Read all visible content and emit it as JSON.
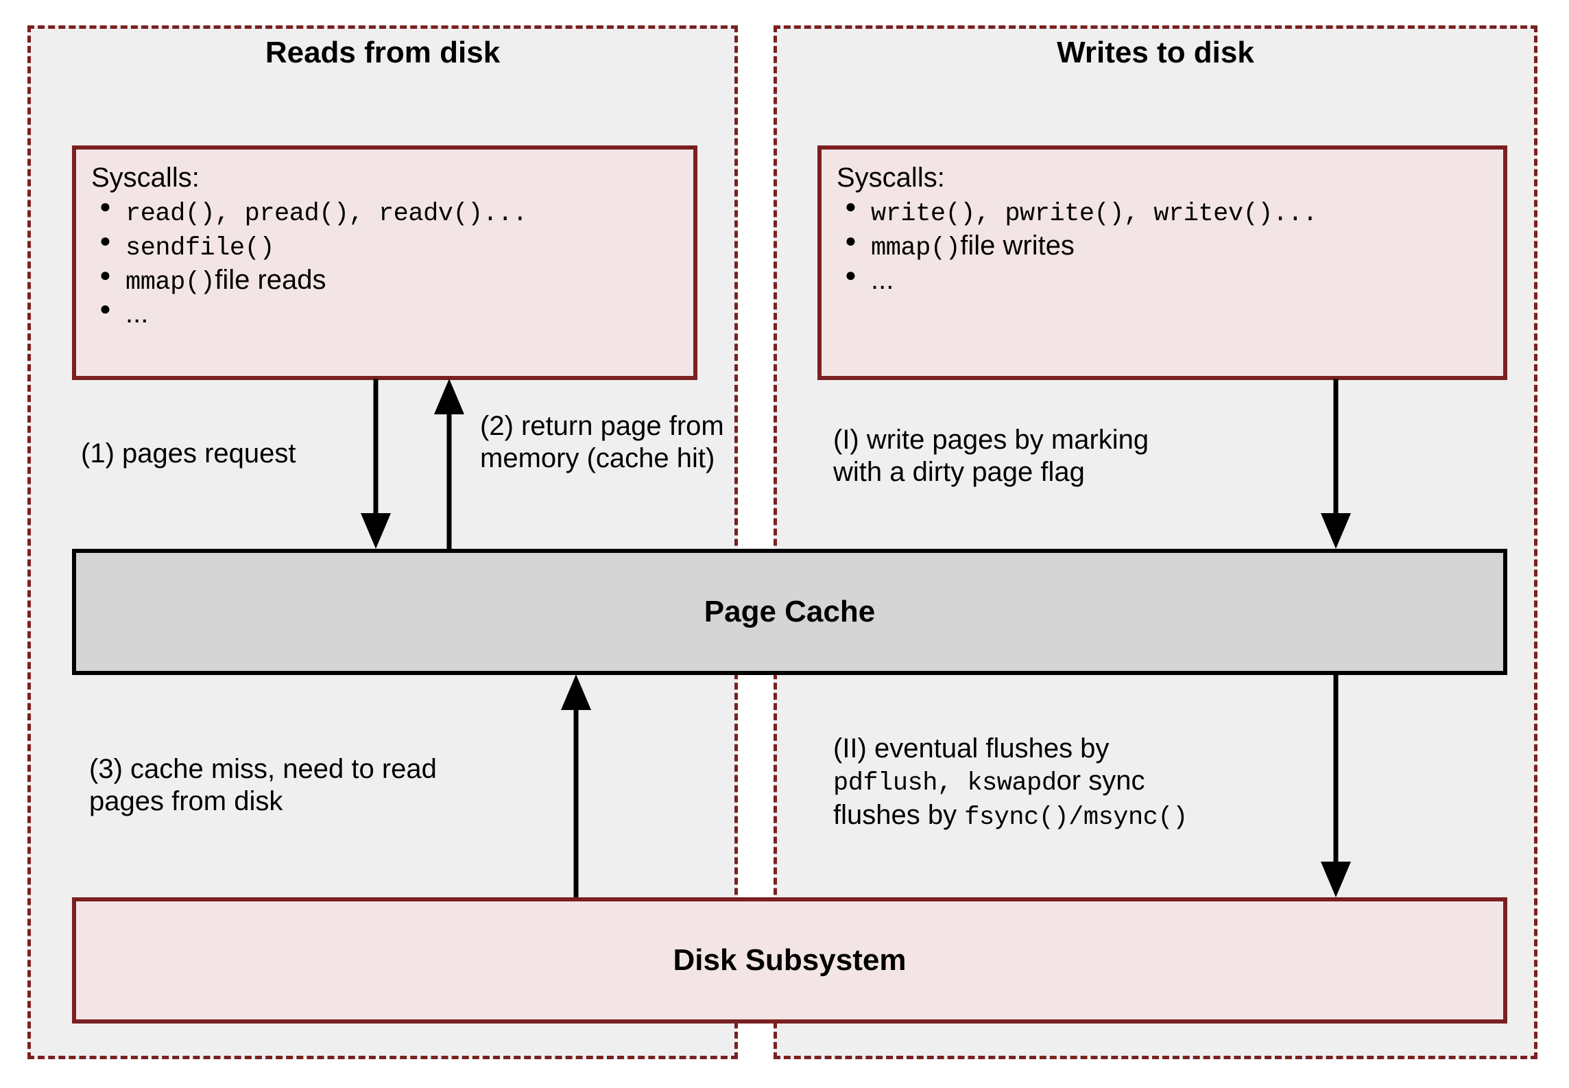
{
  "colors": {
    "panel_border": "#7b2020",
    "panel_fill": "#efefef",
    "box_fill": "#f3e5e5",
    "box_border": "#7b2020",
    "cache_fill": "#d5d5d5",
    "cache_border": "#000000",
    "arrow": "#000000",
    "text": "#000000"
  },
  "panels": {
    "reads": {
      "title": "Reads from disk",
      "syscalls": {
        "heading": "Syscalls:",
        "items": [
          {
            "code": "read(), pread(), readv()...",
            "plain": ""
          },
          {
            "code": "sendfile()",
            "plain": ""
          },
          {
            "code": "mmap()",
            "plain": "file reads"
          },
          {
            "code": "",
            "plain": "..."
          }
        ]
      },
      "notes": [
        {
          "id": "1",
          "text": "(1) pages request"
        },
        {
          "id": "2",
          "text": "(2) return page from memory (cache hit)"
        },
        {
          "id": "3",
          "text": "(3) cache miss, need to read pages from disk"
        }
      ]
    },
    "writes": {
      "title": "Writes to disk",
      "syscalls": {
        "heading": "Syscalls:",
        "items": [
          {
            "code": "write(), pwrite(), writev()...",
            "plain": ""
          },
          {
            "code": "mmap()",
            "plain": "file writes"
          },
          {
            "code": "",
            "plain": "..."
          }
        ]
      },
      "notes": [
        {
          "id": "I",
          "line1": "(I) write pages by marking",
          "line2": "with a dirty page flag"
        },
        {
          "id": "II",
          "seg1": "(II) eventual flushes by",
          "seg2": "pdflush, kswapd",
          "seg3": "or sync",
          "seg4": "flushes by",
          "seg5": "fsync()/msync()"
        }
      ]
    }
  },
  "bars": {
    "page_cache": "Page Cache",
    "disk_subsystem": "Disk Subsystem"
  },
  "arrows": [
    {
      "name": "reads-request-down",
      "direction": "down",
      "from": "syscalls-reads",
      "to": "page-cache"
    },
    {
      "name": "reads-return-up",
      "direction": "up",
      "from": "page-cache",
      "to": "syscalls-reads"
    },
    {
      "name": "reads-cache-miss-up",
      "direction": "up",
      "from": "disk-subsystem",
      "to": "page-cache"
    },
    {
      "name": "writes-mark-down",
      "direction": "down",
      "from": "syscalls-writes",
      "to": "page-cache"
    },
    {
      "name": "writes-flush-down",
      "direction": "down",
      "from": "page-cache",
      "to": "disk-subsystem"
    }
  ]
}
